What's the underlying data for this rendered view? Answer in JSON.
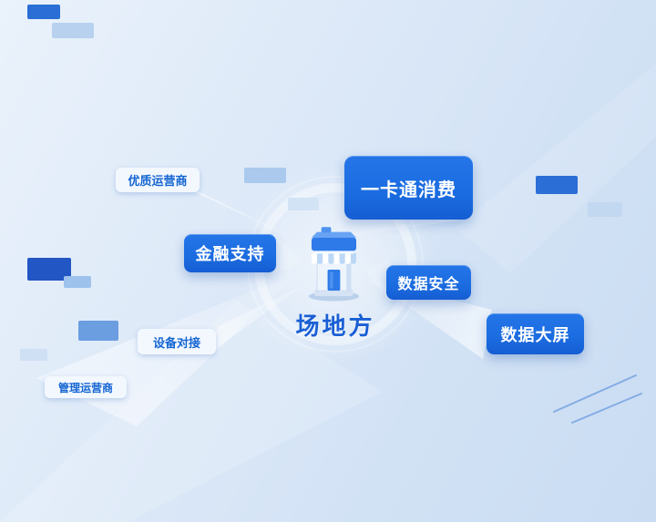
{
  "center": {
    "title": "场地方",
    "icon": "store-icon"
  },
  "nodes": [
    {
      "label": "优质运营商",
      "style": "light"
    },
    {
      "label": "一卡通消费",
      "style": "primary"
    },
    {
      "label": "金融支持",
      "style": "primary"
    },
    {
      "label": "数据安全",
      "style": "primary"
    },
    {
      "label": "数据大屏",
      "style": "primary"
    },
    {
      "label": "设备对接",
      "style": "light"
    },
    {
      "label": "管理运营商",
      "style": "light"
    }
  ],
  "colors": {
    "primary_blue": "#1b6ce0",
    "light_card_bg": "#f3f8ff",
    "label_text_blue": "#1565d2",
    "center_title_blue": "#1a5fd4",
    "deco_dark_blue": "#2a6ed6",
    "background_top": "#eaf2fb",
    "background_bottom": "#c9dcf2"
  }
}
